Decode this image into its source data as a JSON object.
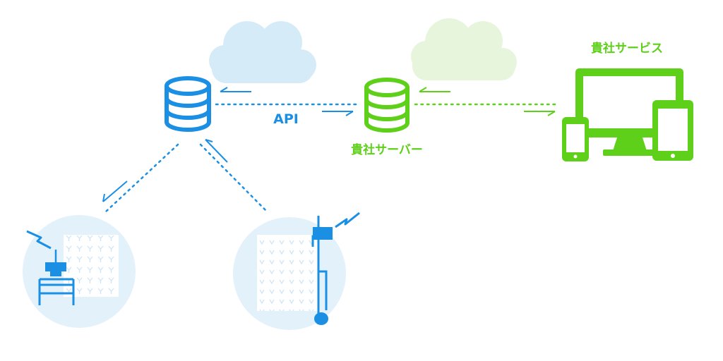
{
  "labels": {
    "api": "API",
    "server": "貴社サーバー",
    "service": "貴社サービス"
  },
  "colors": {
    "blue": "#1a8fe3",
    "green": "#5fd01a",
    "blue_circle": "#e3f1fb",
    "blue_cloud": "#d6ebf8",
    "green_cloud": "#e6f5dc"
  },
  "icons": {
    "platform_cloud": "cloud-icon",
    "platform_db": "database-icon",
    "server_cloud": "cloud-icon",
    "server_db": "database-icon",
    "devices": "devices-icon",
    "sensor_left": "field-sensor-icon",
    "sensor_right": "field-sensor-icon"
  }
}
